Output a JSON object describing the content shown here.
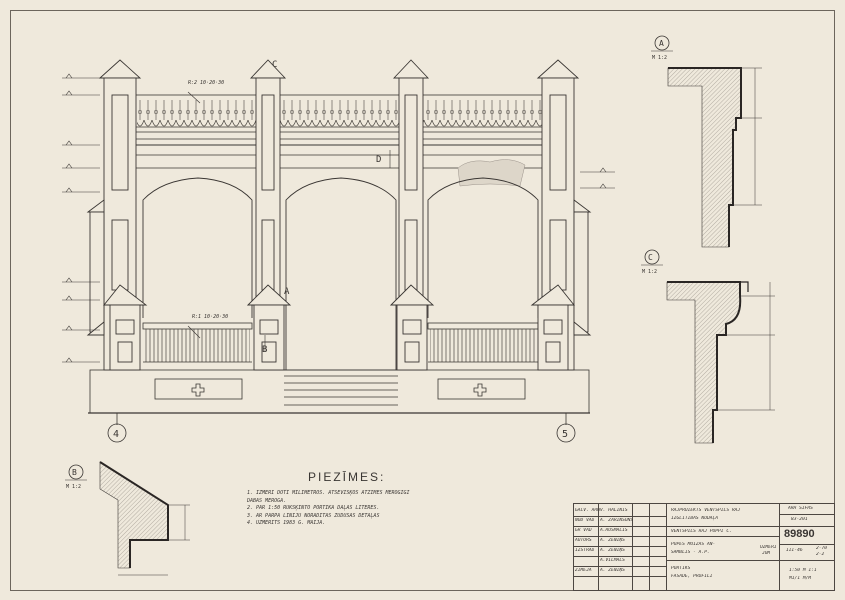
{
  "sections": {
    "A": {
      "label": "A",
      "scale": "M 1:2"
    },
    "B": {
      "label": "B",
      "scale": "M 1:2"
    },
    "C": {
      "label": "C",
      "scale": "M 1:2"
    }
  },
  "axes": {
    "left": "4",
    "right": "5"
  },
  "notes": {
    "title": "PIEZĪMES:",
    "items": [
      "1. IZMĒRI DOTI MILIMETROS. ATSEVIŠĶOS ATZĪMĒS MĒROGĪGI",
      "   DABAS MĒROGĀ.",
      "2. PAR 1:50 RUKŠĶINTO PORTIKA DAĻAS LITERES.",
      "3. AR PĀRPĀ LĪNIJU NORĀDĪTAS ZUDUŠAS DETAĻAS",
      "4. UZMĒRĪTS 1983 G. MAIJĀ."
    ]
  },
  "titleblock": {
    "org_line1": "RAJPRUIEKTS VENTSPILS RAJ",
    "org_line2": "IZGLĪTĪBAS NODAĻA",
    "right_label": "ARH ŠIFRS",
    "right_value": "83-201",
    "project": "VENTSPILS RAJ PUPPI C.",
    "object_line1": "PUPES MUIŽAS AN-",
    "object_line2": "SAMBLIS - A.P.",
    "stage": "UZMĒRĪ",
    "stage_sub": "JUM",
    "sheet_label": "III-46",
    "sheet_no": "2-70",
    "sheet_total": "2-2",
    "drawing_line1": "PORTIKS",
    "drawing_line2": "FASĀDE, PROFILI",
    "scale_line1": "1:50 M 1:1",
    "scale_line2": "M1/1 M/M",
    "code": "89890",
    "staff": [
      {
        "role": "GALV. ARH",
        "name": "V. HALINIS"
      },
      {
        "role": "NOD VAD",
        "name": "A. ZARINSONS"
      },
      {
        "role": "GR VAD",
        "name": "A.RUSMALIS"
      },
      {
        "role": "AUTORS",
        "name": "A. ZĒNIŅŠ"
      },
      {
        "role": "IZSTRĀD",
        "name": "A. ZĒNIŅŠ"
      },
      {
        "role": "",
        "name": "A.VILMALS"
      },
      {
        "role": "ZĪMĒJA",
        "name": "A. ZĒNIŅŠ"
      }
    ]
  },
  "annotations": {
    "cornice_note": "R:2 10·20·30",
    "rail_note": "R:1 10·20·30",
    "sec_marks": [
      "C",
      "A",
      "B",
      "D"
    ]
  },
  "colors": {
    "paper": "#efe9dc",
    "ink": "#3a3633",
    "hatch": "#8a837a"
  }
}
